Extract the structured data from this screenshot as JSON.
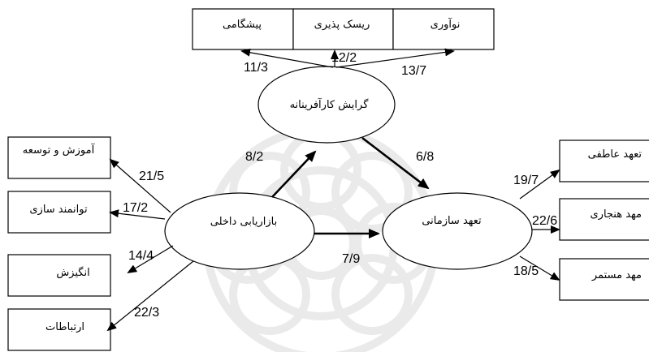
{
  "latent": {
    "entrepreneurial": "گرایش کارآفرینانه",
    "internal_marketing": "بازاریابی داخلی",
    "commitment": "تعهد سازمانی"
  },
  "indicators": {
    "pioneering": "پیشگامی",
    "risk_taking": "ریسک پذیری",
    "innovation": "نوآوری",
    "training": "آموزش و توسعه",
    "empowerment": "توانمند سازی",
    "motivation": "انگیزش",
    "communication": "ارتباطات",
    "affective": "تعهد عاطفی",
    "normative": "مهد هنجاری",
    "continuance": "مهد مستمر"
  },
  "coefficients": {
    "pioneering": "11/3",
    "risk_taking": "12/2",
    "innovation": "13/7",
    "im_to_ent": "8/2",
    "ent_to_com": "6/8",
    "im_to_com": "7/9",
    "training": "21/5",
    "empowerment": "17/2",
    "motivation": "14/4",
    "communication": "22/3",
    "affective": "19/7",
    "normative": "22/6",
    "continuance": "18/5"
  }
}
